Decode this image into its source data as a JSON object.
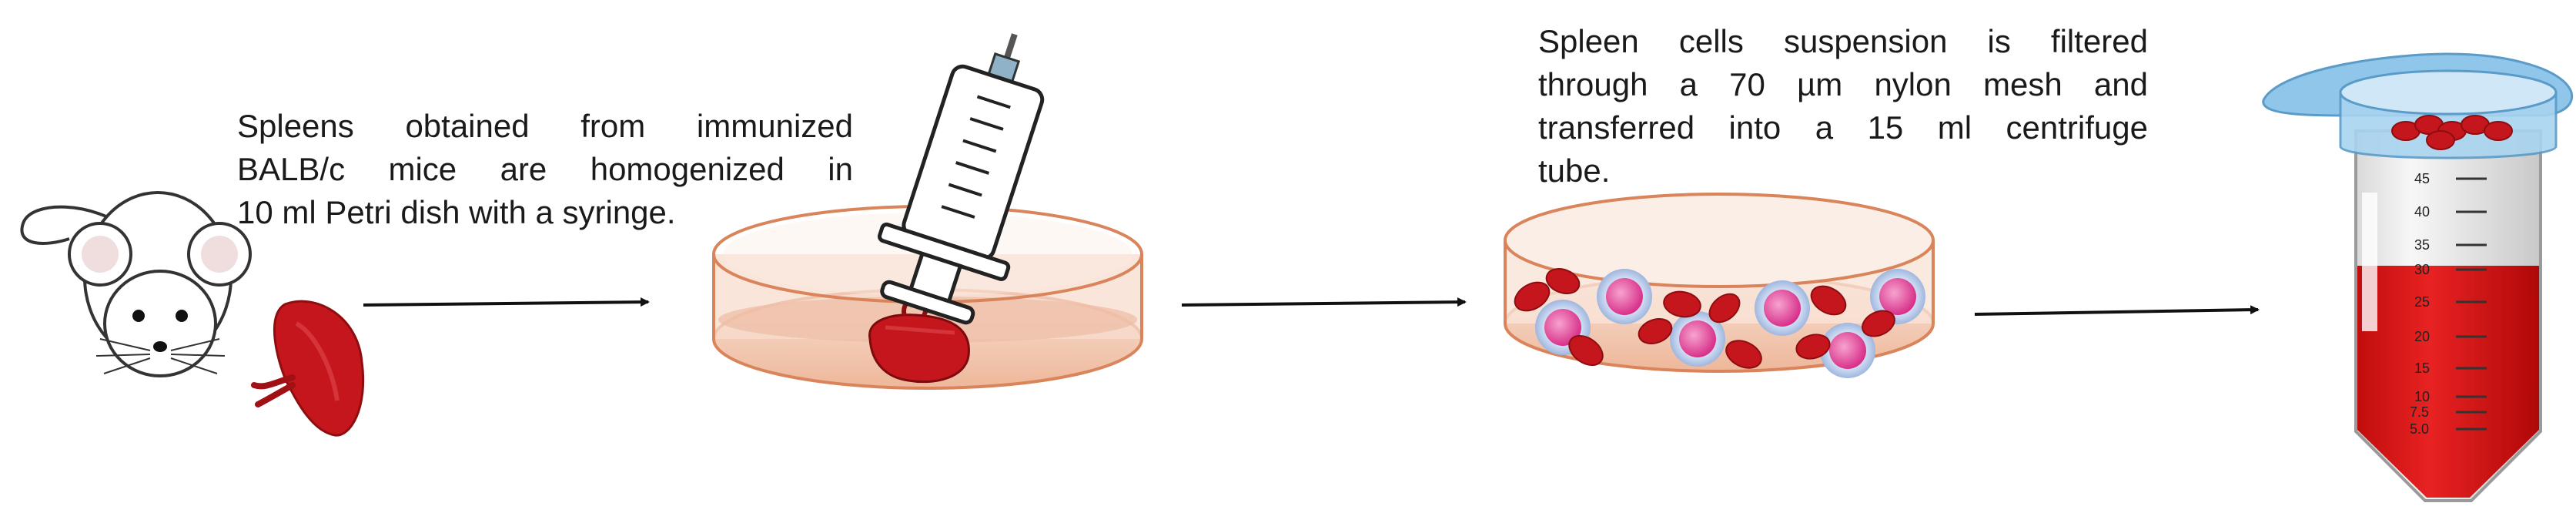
{
  "steps": [
    {
      "caption_lines": [
        "Spleens obtained from immunized",
        "BALB/c mice are homogenized in",
        "10 ml Petri dish with a syringe."
      ]
    },
    {
      "caption_lines": [
        "Spleen cells suspension is filtered",
        "through a 70 µm nylon mesh and",
        "transferred into a 15 ml centrifuge",
        "tube."
      ]
    }
  ],
  "tube_scale": [
    "45",
    "40",
    "35",
    "30",
    "25",
    "20",
    "15",
    "10",
    "7.5",
    "5.0"
  ],
  "colors": {
    "spleen": "#c4161c",
    "dish_outline": "#d9845a",
    "dish_fill": "#f4d2c0",
    "tube_liquid": "#e01b1b",
    "filter": "#8fc6ea",
    "arrow": "#111111"
  }
}
